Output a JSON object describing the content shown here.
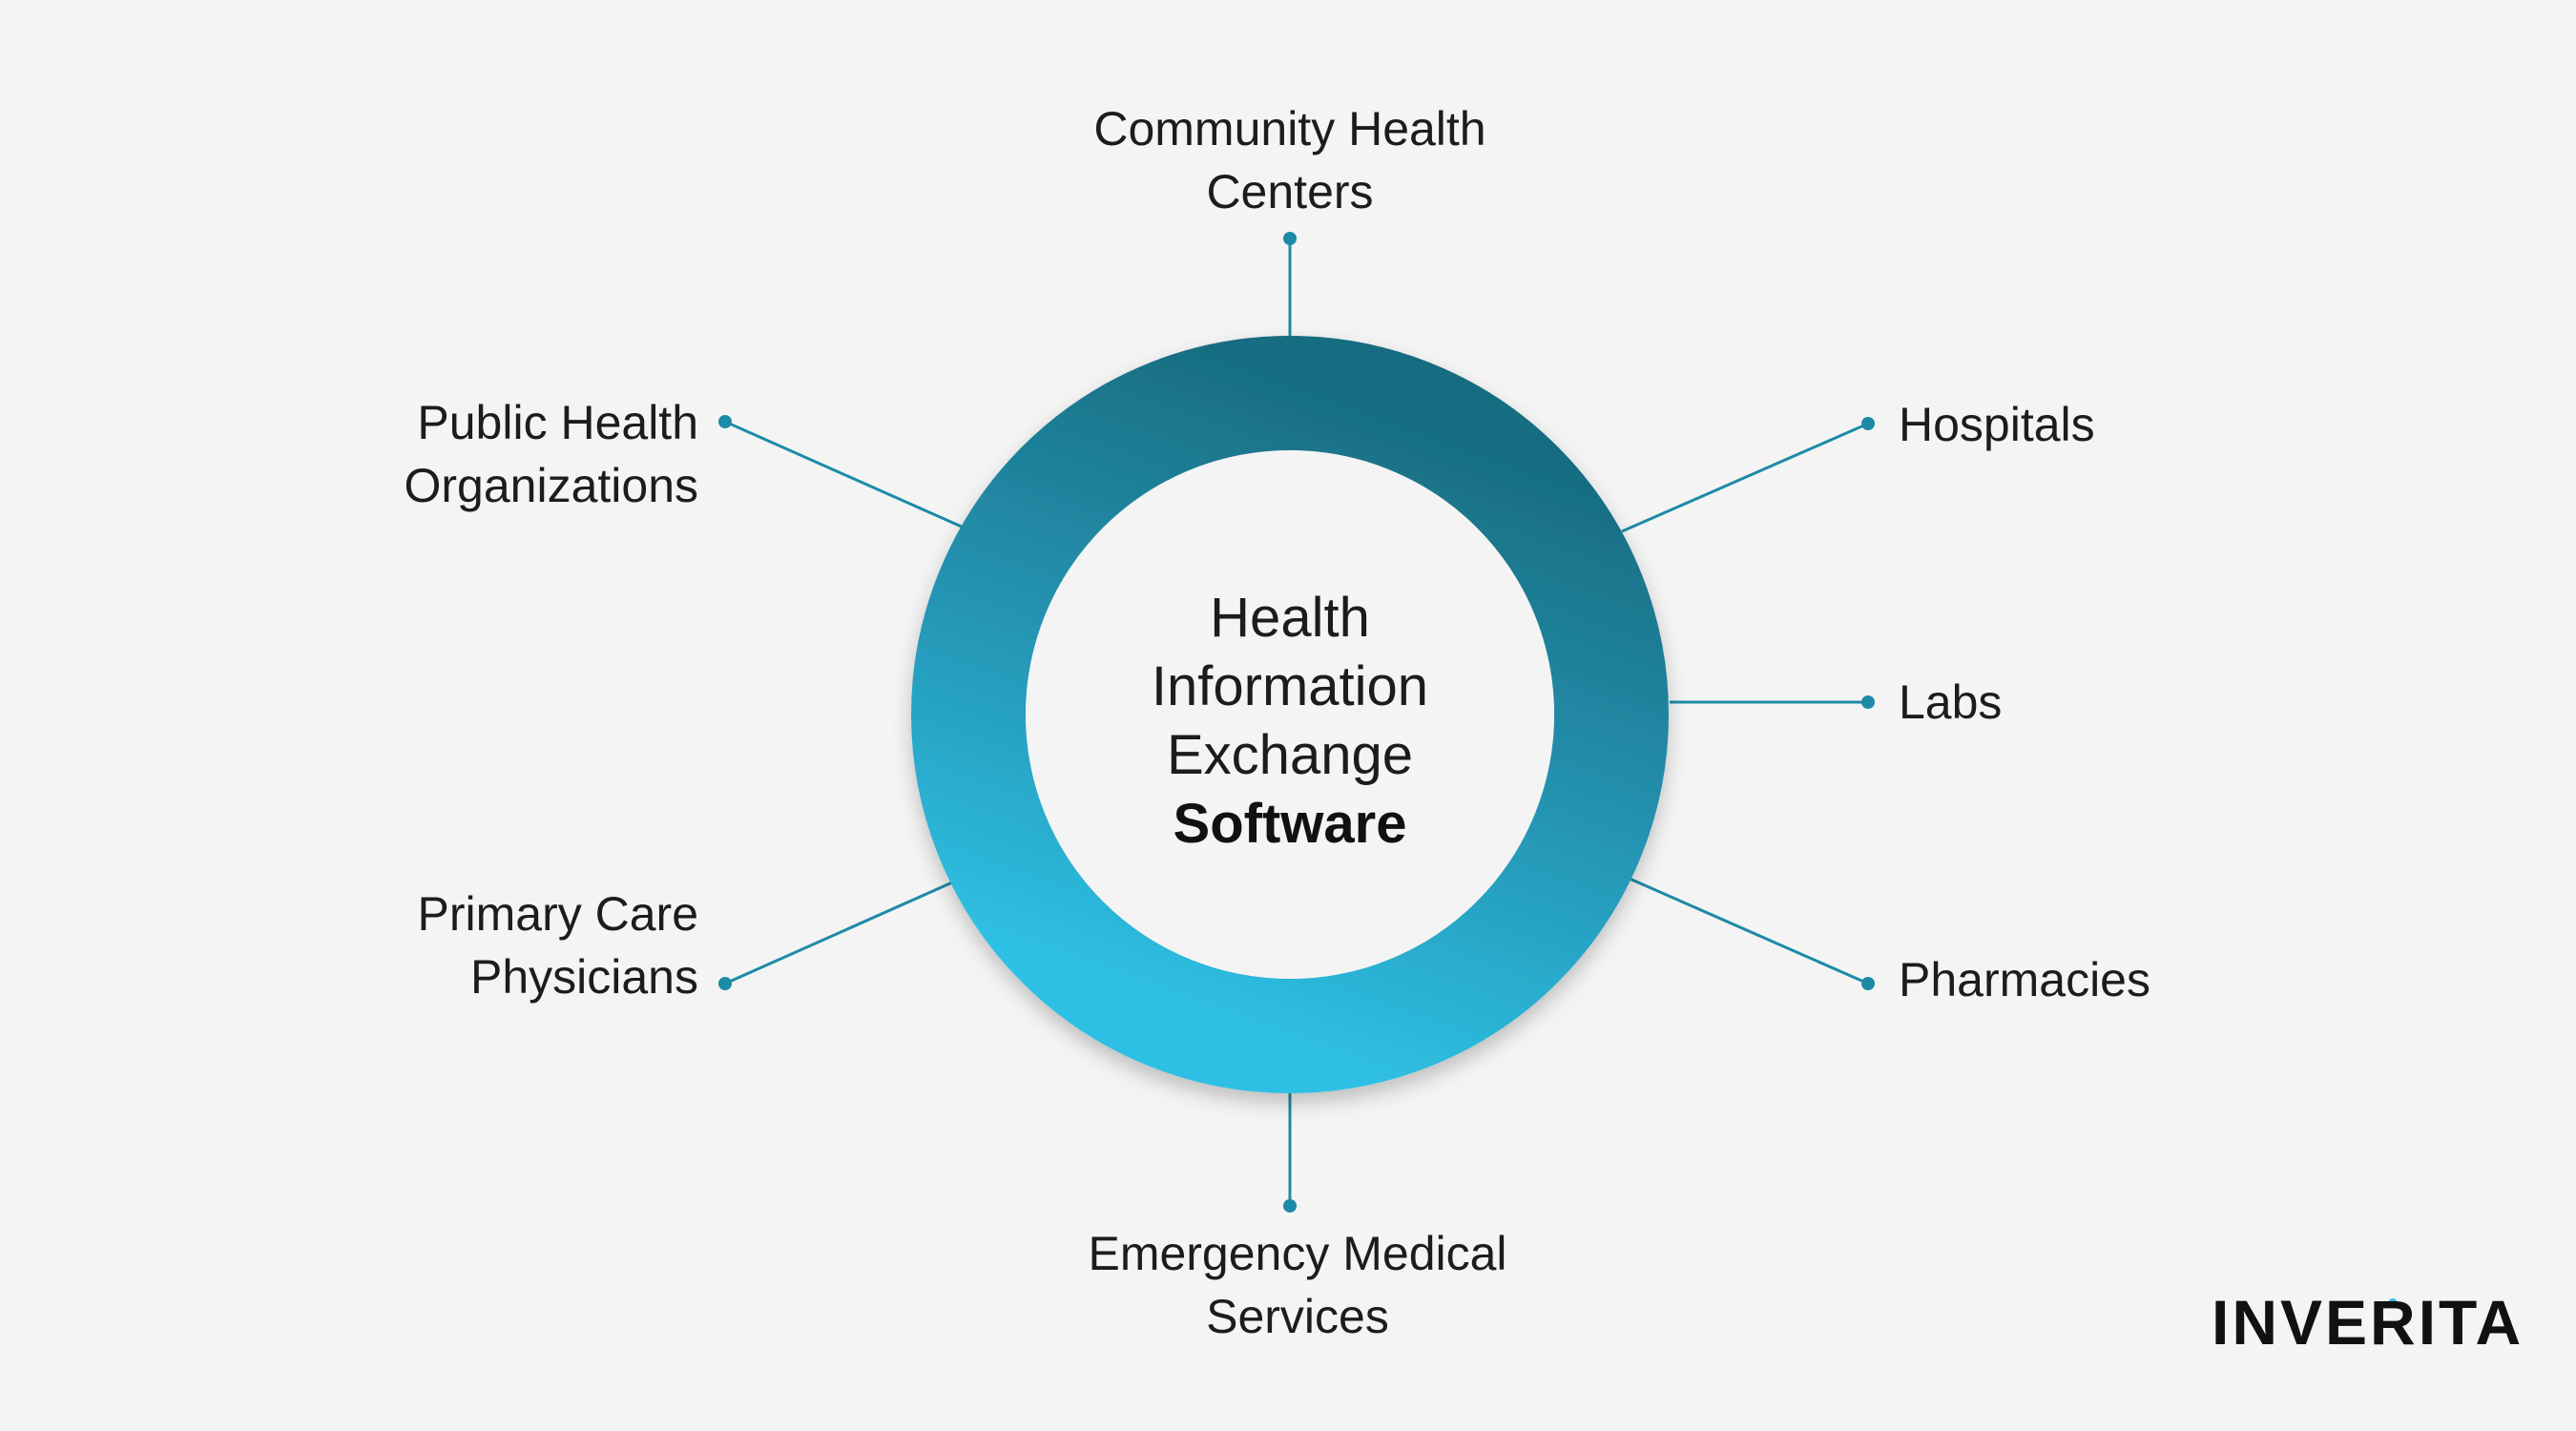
{
  "center": {
    "line1": "Health",
    "line2": "Information",
    "line3": "Exchange",
    "line4": "Software"
  },
  "nodes": {
    "community": {
      "line1": "Community Health",
      "line2": "Centers"
    },
    "hospitals": {
      "line1": "Hospitals"
    },
    "labs": {
      "line1": "Labs"
    },
    "pharmacies": {
      "line1": "Pharmacies"
    },
    "emergency": {
      "line1": "Emergency Medical",
      "line2": "Services"
    },
    "primary_care": {
      "line1": "Primary Care",
      "line2": "Physicians"
    },
    "public_health": {
      "line1": "Public Health",
      "line2": "Organizations"
    }
  },
  "logo": {
    "text": "INVERITA"
  },
  "colors": {
    "ring_dark": "#186c80",
    "ring_light": "#2ec0e4",
    "connector": "#1d8aa6",
    "background": "#f4f4f4"
  }
}
